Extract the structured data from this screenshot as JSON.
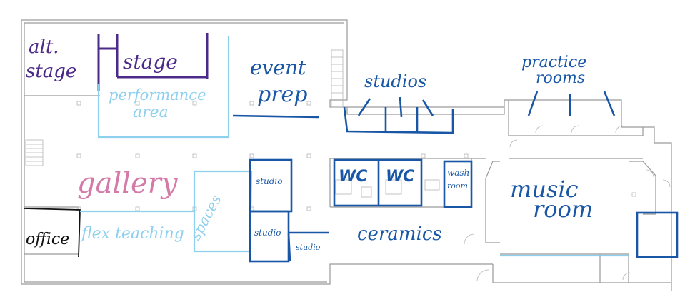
{
  "colors": {
    "purple": "#4b2a8a",
    "navy": "#1957a6",
    "lightblue": "#8fd0ee",
    "pink": "#d47aa8",
    "black": "#111111",
    "wall": "#9a9a9a"
  },
  "labels": {
    "alt_stage_1": "alt.",
    "alt_stage_2": "stage",
    "stage": "stage",
    "performance_1": "performance",
    "performance_2": "area",
    "event_1": "event",
    "event_2": "prep",
    "studios": "studios",
    "practice_1": "practice",
    "practice_2": "rooms",
    "gallery": "gallery",
    "office": "office",
    "flex": "flex teaching",
    "spaces": "spaces",
    "studio_a": "studio",
    "studio_b": "studio",
    "studio_c": "studio",
    "wc_1": "WC",
    "wc_2": "WC",
    "wash_1": "wash",
    "wash_2": "room",
    "music_1": "music",
    "music_2": "room",
    "ceramics": "ceramics"
  }
}
